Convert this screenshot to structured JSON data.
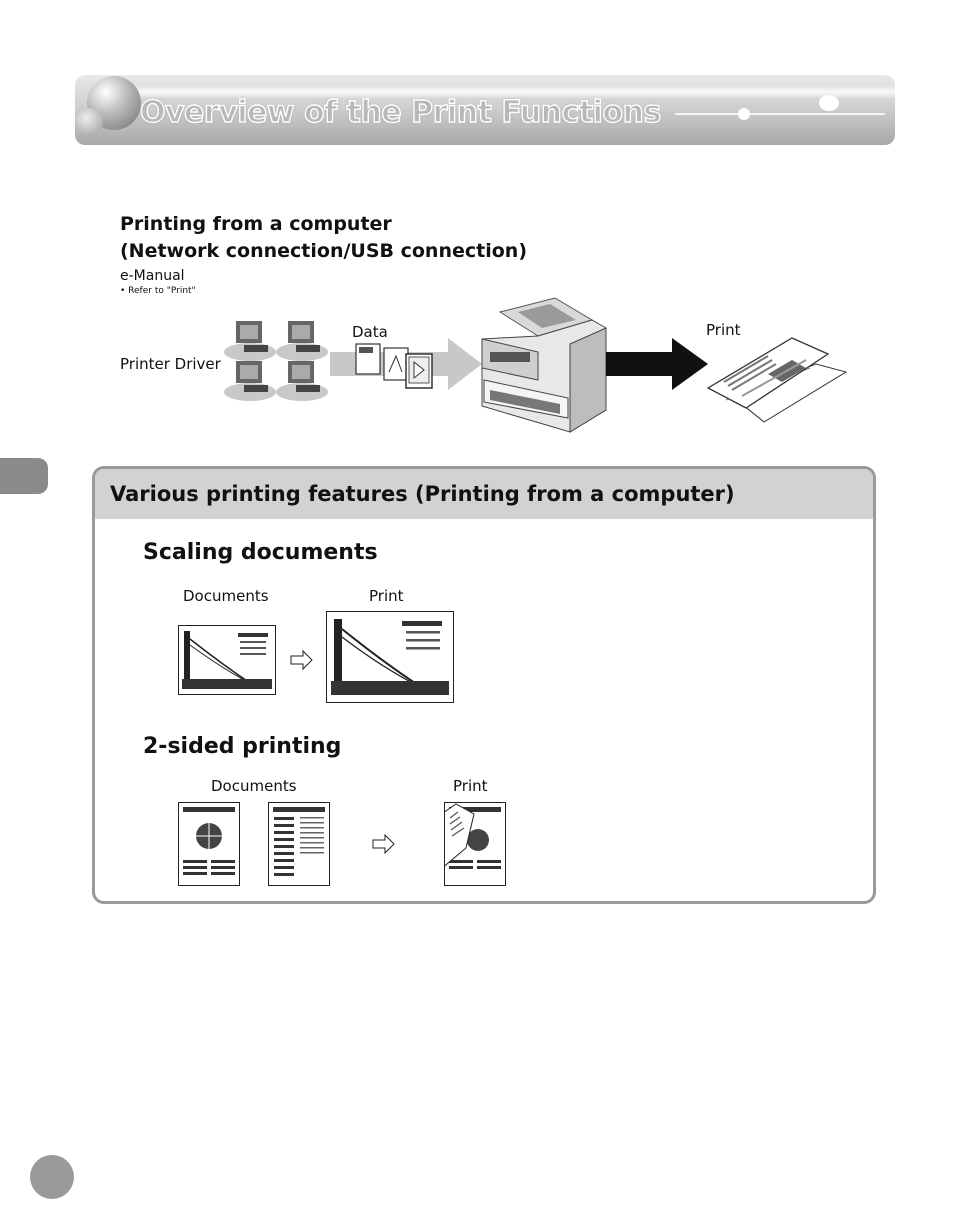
{
  "header": {
    "title": "Overview of the Print Functions"
  },
  "computer_section": {
    "heading_line1": "Printing from a computer",
    "heading_line2": "(Network connection/USB connection)",
    "manual_label": "e-Manual",
    "manual_ref": "• Refer to \"Print\"",
    "driver_label": "Printer Driver",
    "data_label": "Data",
    "print_label": "Print"
  },
  "features": {
    "title": "Various printing features (Printing from a computer)",
    "scaling": {
      "heading": "Scaling documents",
      "documents_label": "Documents",
      "print_label": "Print"
    },
    "two_sided": {
      "heading": "2-sided printing",
      "documents_label": "Documents",
      "print_label": "Print"
    }
  }
}
